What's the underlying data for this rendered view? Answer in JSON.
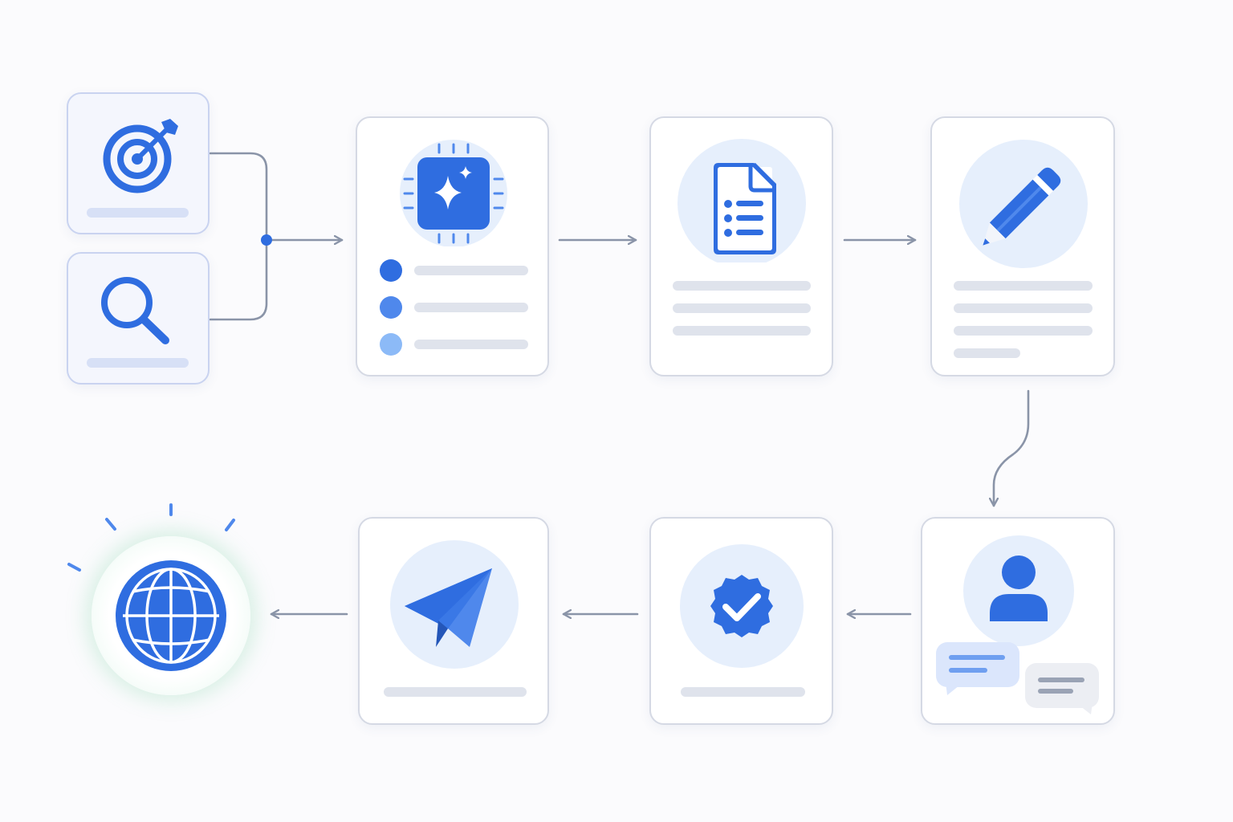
{
  "diagram": {
    "style": "icon-only workflow, no visible text labels",
    "colors": {
      "accent_blue": "#2f6de0",
      "mid_blue": "#4f88ec",
      "light_blue": "#8cbaf7",
      "icon_circle_bg": "#e6effc",
      "card_border": "#d5d9e4",
      "placeholder_line": "#dfe3ec",
      "connector_gray": "#8a94a8",
      "globe_glow": "#e6f8ee"
    },
    "nodes": [
      {
        "id": "goal",
        "icon": "target-icon",
        "role": "input"
      },
      {
        "id": "search",
        "icon": "magnifier-icon",
        "role": "input"
      },
      {
        "id": "ai-processing",
        "icon": "ai-chip-sparkle-icon",
        "list_items": 3
      },
      {
        "id": "document",
        "icon": "document-list-icon"
      },
      {
        "id": "writing",
        "icon": "pencil-icon"
      },
      {
        "id": "review",
        "icon": "user-chat-icon"
      },
      {
        "id": "approval",
        "icon": "verified-badge-icon"
      },
      {
        "id": "send",
        "icon": "paper-plane-icon"
      },
      {
        "id": "publish",
        "icon": "globe-icon",
        "highlight": "green-glow"
      }
    ],
    "edges": [
      {
        "from": "goal",
        "to": "ai-processing",
        "merge": true
      },
      {
        "from": "search",
        "to": "ai-processing",
        "merge": true
      },
      {
        "from": "ai-processing",
        "to": "document"
      },
      {
        "from": "document",
        "to": "writing"
      },
      {
        "from": "writing",
        "to": "review"
      },
      {
        "from": "review",
        "to": "approval"
      },
      {
        "from": "approval",
        "to": "send"
      },
      {
        "from": "send",
        "to": "publish"
      }
    ]
  }
}
